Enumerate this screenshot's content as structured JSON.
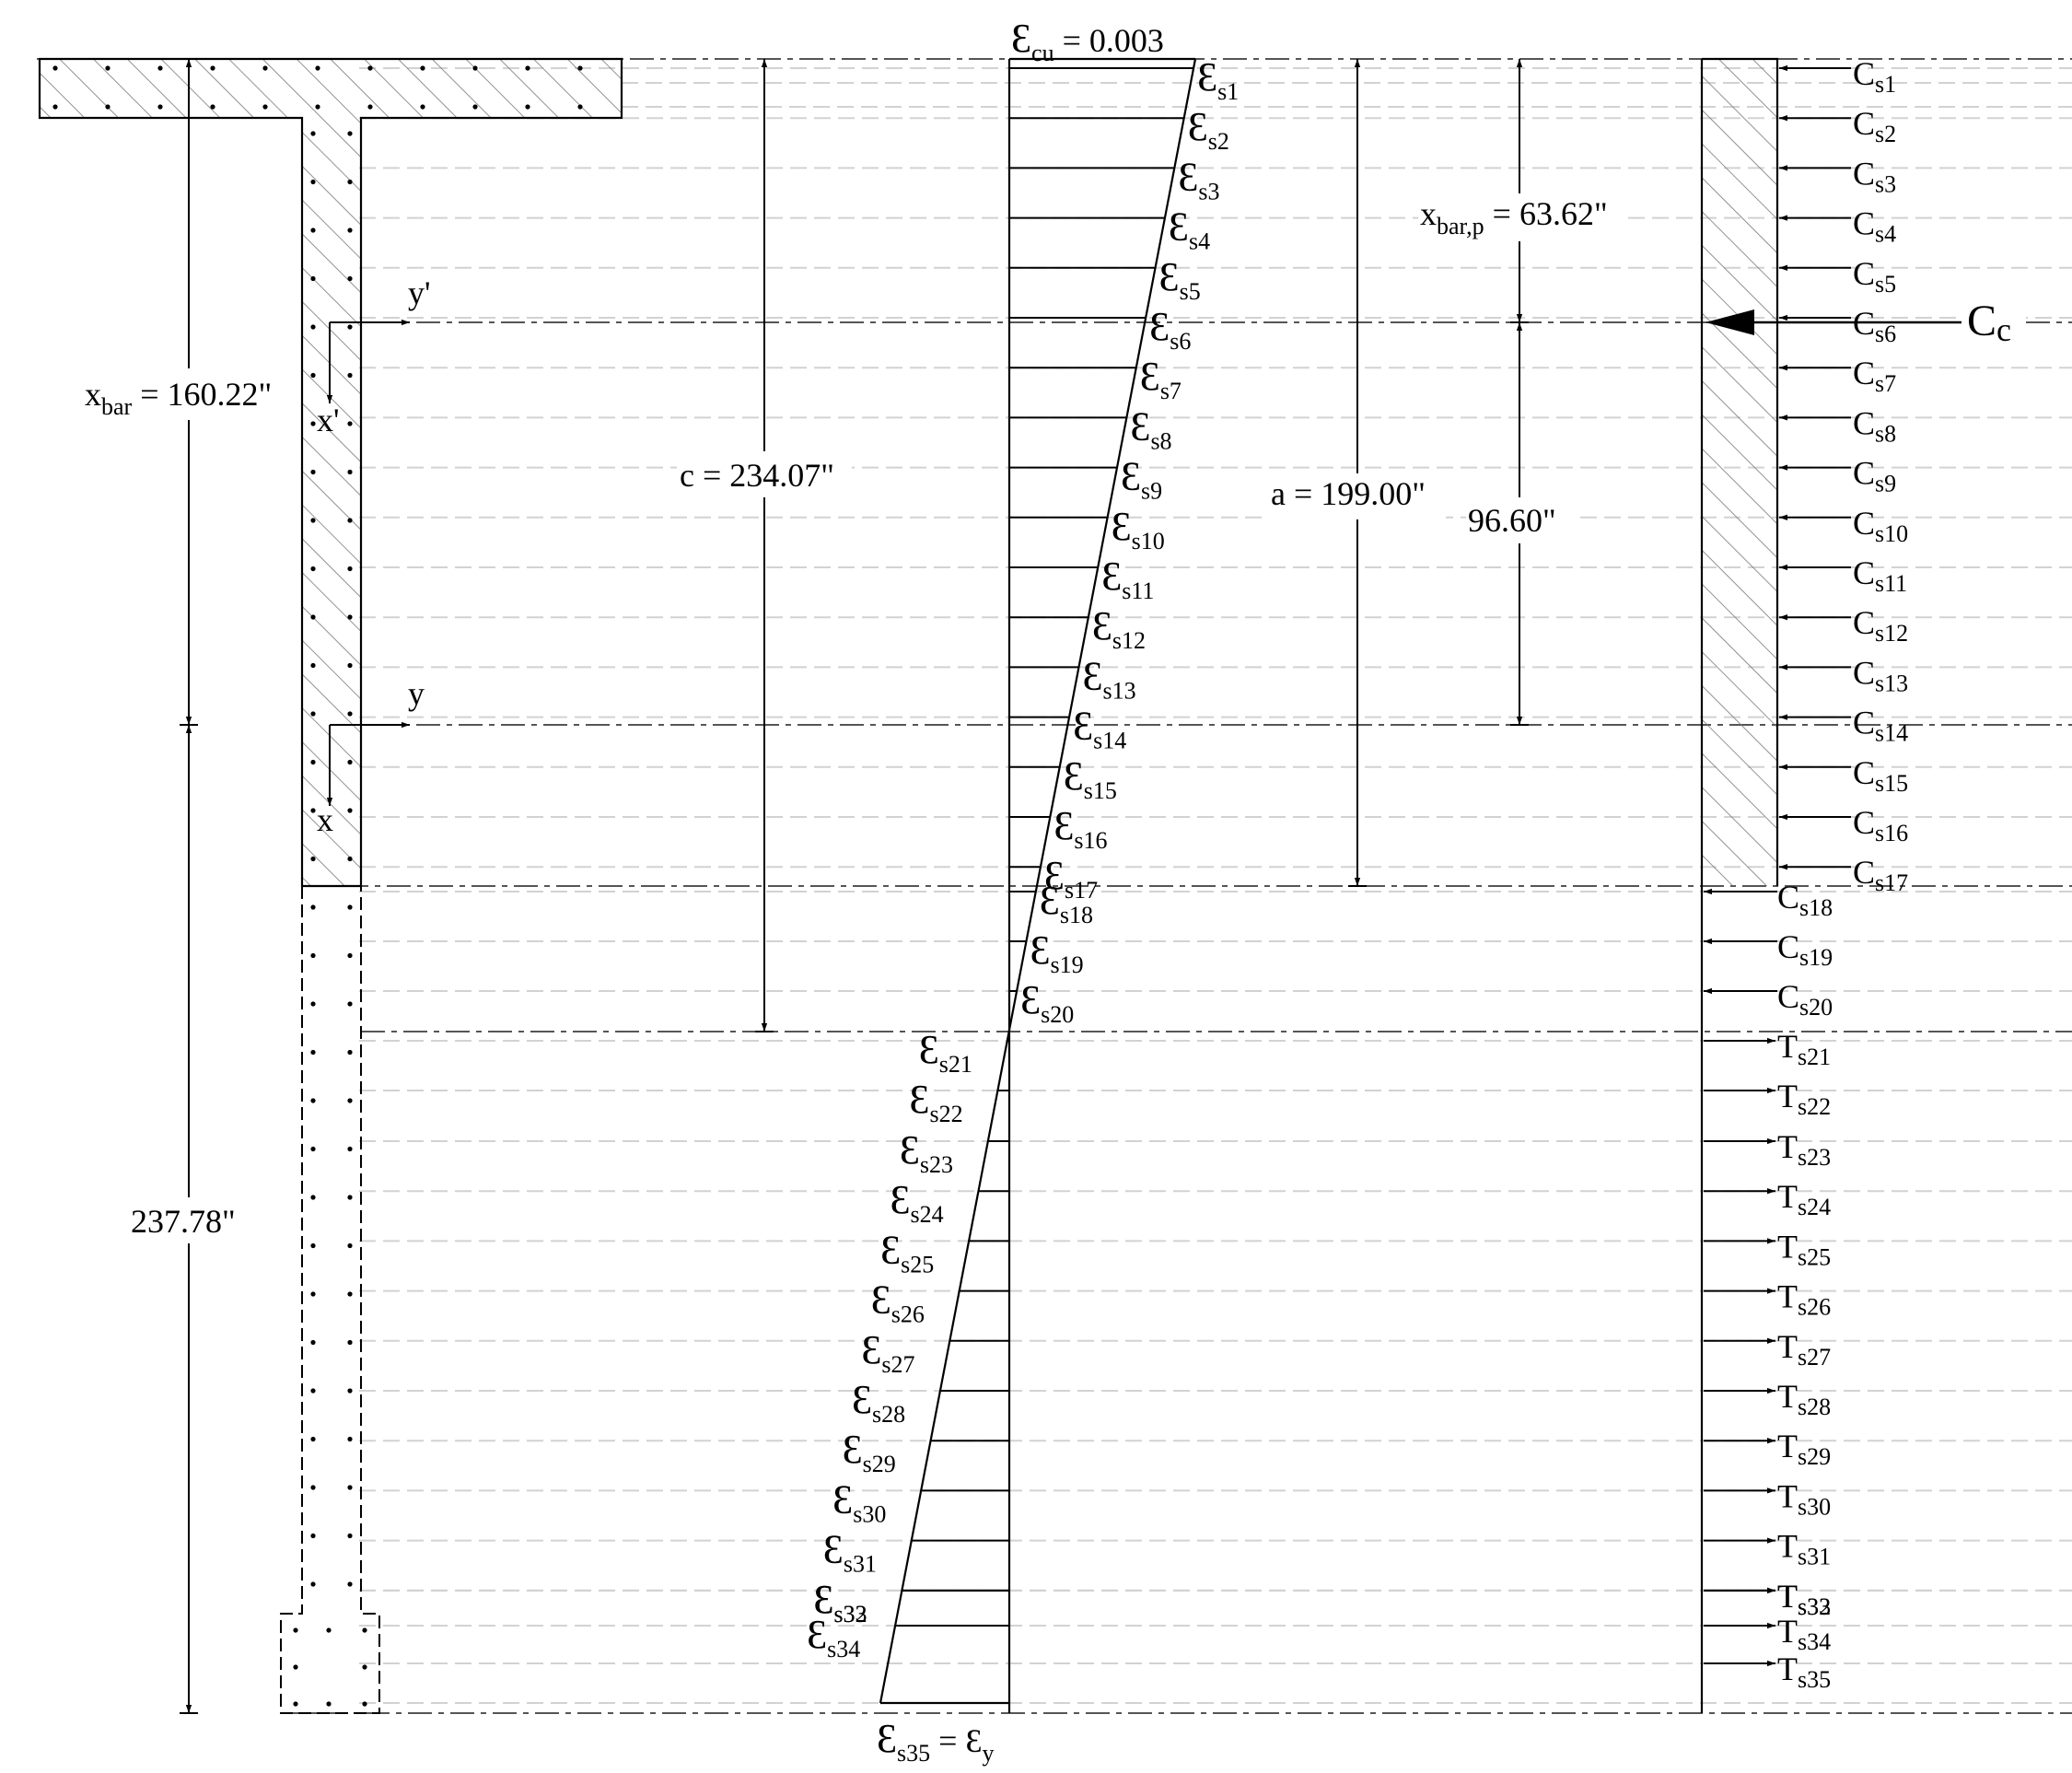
{
  "strain": {
    "top_label": "Ɛ",
    "top_sub": "cu",
    "top_value": " = 0.003",
    "bottom_sub": "s35",
    "bottom_eq": " = Ɛ",
    "bottom_eq_sub": "y",
    "eps_symbol": "Ɛ",
    "labels": [
      "s1",
      "s2",
      "s3",
      "s4",
      "s5",
      "s6",
      "s7",
      "s8",
      "s9",
      "s10",
      "s11",
      "s12",
      "s13",
      "s14",
      "s15",
      "s16",
      "s17",
      "s18",
      "s19",
      "s20",
      "s21",
      "s22",
      "s23",
      "s24",
      "s25",
      "s26",
      "s27",
      "s28",
      "s29",
      "s30",
      "s31",
      "s32",
      "s33",
      "s34"
    ]
  },
  "dimensions": {
    "xbar_main": "x",
    "xbar_sub": "bar",
    "xbar_value": " = 160.22\"",
    "lower": "237.78\"",
    "c": "c = 234.07\"",
    "a": "a = 199.00\"",
    "xbarp_main": "x",
    "xbarp_sub": "bar,p",
    "xbarp_value": " = 63.62\"",
    "gap": "96.60\""
  },
  "axes": {
    "y_prime": "y'",
    "x_prime": "x'",
    "y": "y",
    "x": "x"
  },
  "forces": {
    "cc_main": "C",
    "cc_sub": "c",
    "compression_symbol": "C",
    "tension_symbol": "T",
    "compression": [
      "s1",
      "s2",
      "s3",
      "s4",
      "s5",
      "s6",
      "s7",
      "s8",
      "s9",
      "s10",
      "s11",
      "s12",
      "s13",
      "s14",
      "s15",
      "s16",
      "s17",
      "s18",
      "s19",
      "s20"
    ],
    "tension": [
      "s21",
      "s22",
      "s23",
      "s24",
      "s25",
      "s26",
      "s27",
      "s28",
      "s29",
      "s30",
      "s31",
      "s32",
      "s33",
      "s34",
      "s35"
    ]
  }
}
